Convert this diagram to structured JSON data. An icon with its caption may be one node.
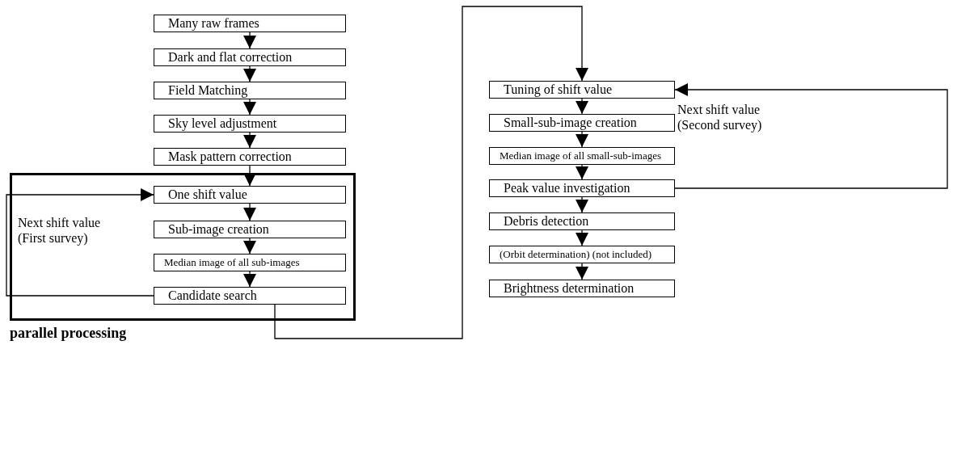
{
  "diagram": {
    "nodes": [
      {
        "text": [
          "Many raw frames"
        ]
      },
      {
        "text": [
          "Dark and flat correction"
        ]
      },
      {
        "text": [
          "Field Matching"
        ]
      },
      {
        "text": [
          "Sky level adjustment"
        ]
      },
      {
        "text": [
          "Mask pattern correction"
        ]
      },
      {
        "text": [
          "parallel processing"
        ]
      },
      {
        "text": [
          "One shift value"
        ],
        "in": 5
      },
      {
        "text": [
          "Sub-image creation"
        ],
        "in": 5
      },
      {
        "text": [
          "Median image of all sub-images"
        ],
        "in": 5
      },
      {
        "text": [
          "Candidate search"
        ],
        "in": 5
      },
      {
        "text": [
          "Tuning of shift value"
        ]
      },
      {
        "text": [
          "Small-sub-image creation"
        ]
      },
      {
        "text": [
          "Median image of all small-sub-images"
        ]
      },
      {
        "text": [
          "Peak value investigation"
        ]
      },
      {
        "text": [
          "Debris detection"
        ]
      },
      {
        "text": [
          "(Orbit determination) (not included)"
        ]
      },
      {
        "text": [
          "Brightness determination"
        ]
      }
    ],
    "edges": [
      {
        "from": 0,
        "to": 1,
        "arrow": "to"
      },
      {
        "from": 1,
        "to": 2,
        "arrow": "to"
      },
      {
        "from": 2,
        "to": 3,
        "arrow": "to"
      },
      {
        "from": 3,
        "to": 4,
        "arrow": "to"
      },
      {
        "from": 4,
        "to": 6,
        "arrow": "to"
      },
      {
        "from": 6,
        "to": 7,
        "arrow": "to"
      },
      {
        "from": 7,
        "to": 8,
        "arrow": "to"
      },
      {
        "from": 8,
        "to": 9,
        "arrow": "to"
      },
      {
        "from": 9,
        "to": 6,
        "arrow": "to",
        "label": "Next shift value (First survey)"
      },
      {
        "from": 9,
        "to": 10,
        "arrow": "to"
      },
      {
        "from": 10,
        "to": 11,
        "arrow": "to"
      },
      {
        "from": 11,
        "to": 12,
        "arrow": "to"
      },
      {
        "from": 12,
        "to": 13,
        "arrow": "to"
      },
      {
        "from": 13,
        "to": 14,
        "arrow": "to"
      },
      {
        "from": 14,
        "to": 15,
        "arrow": "to"
      },
      {
        "from": 15,
        "to": 16,
        "arrow": "to"
      },
      {
        "from": 13,
        "to": 10,
        "arrow": "to",
        "label": "Next shift value (Second survey)"
      }
    ]
  }
}
